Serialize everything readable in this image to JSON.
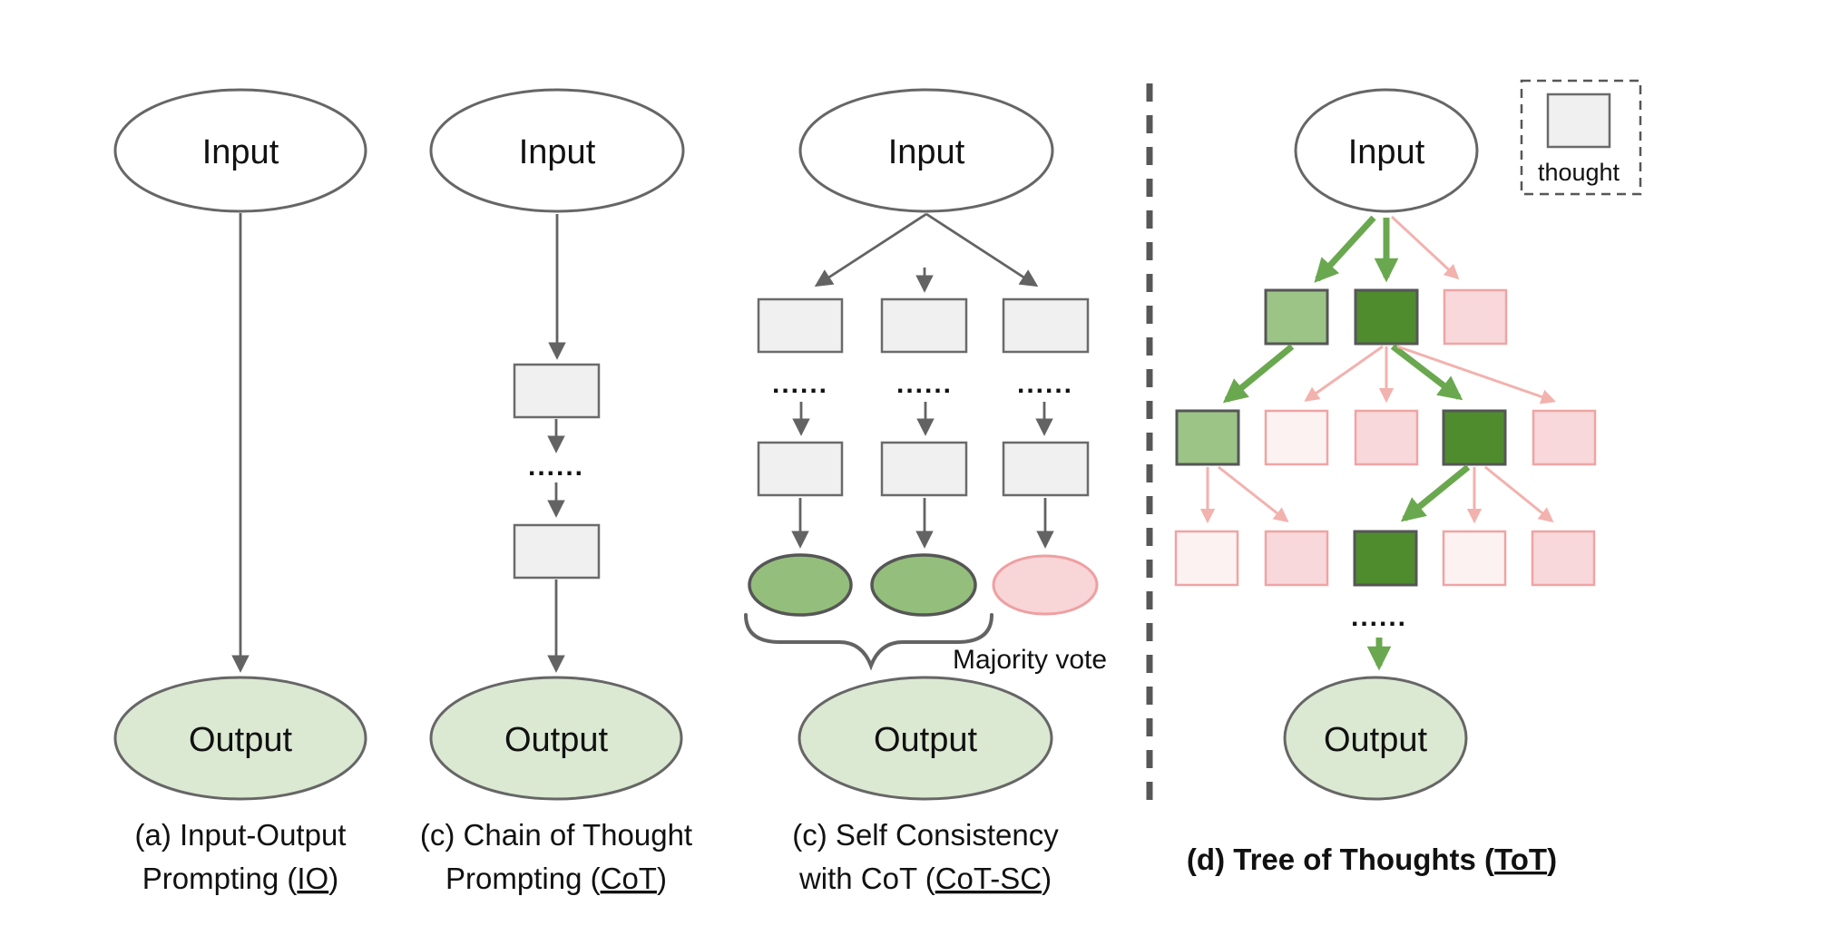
{
  "labels": {
    "input": "Input",
    "output": "Output",
    "dots": "......",
    "majority_vote": "Majority vote",
    "thought": "thought"
  },
  "captions": {
    "io": {
      "line1": "(a) Input-Output",
      "line2_prefix": "Prompting (",
      "line2_underlined": "IO",
      "line2_suffix": ")"
    },
    "cot": {
      "line1": "(c) Chain of Thought",
      "line2_prefix": "Prompting (",
      "line2_underlined": "CoT",
      "line2_suffix": ")"
    },
    "cot_sc": {
      "line1": "(c) Self Consistency",
      "line2_prefix": "with CoT (",
      "line2_underlined": "CoT-SC",
      "line2_suffix": ")"
    },
    "tot": {
      "prefix": "(d) Tree of Thoughts (",
      "underlined": "ToT",
      "suffix": ")"
    }
  },
  "tot": {
    "rows": [
      [
        "green-mid",
        "green-dark",
        "pink-soft"
      ],
      [
        "green-mid",
        "pink-faint",
        "pink-soft",
        "green-dark",
        "pink-soft"
      ],
      [
        "pink-faint",
        "pink-soft",
        "green-dark",
        "pink-faint",
        "pink-soft"
      ]
    ]
  },
  "colors": {
    "text": "#111111",
    "node-border": "#666666",
    "line-gray": "#636363",
    "gray-fill": "#f0f0f0",
    "gray-box-border": "#6a6a6a",
    "output-fill": "#dbe8d2",
    "green-dark": "#4e8c2e",
    "green-mid": "#9cc487",
    "green-box-border": "#565656",
    "green-arrow": "#6aa84f",
    "green-ellipse": "#94be7c",
    "pink-soft": "#f8d8da",
    "pink-faint": "#fdf2f2",
    "pink-border": "#efa4a4",
    "pink-arrow": "#f2b2ae",
    "pink-ellipse-fill": "#f8d5d7",
    "pink-ellipse-border": "#ef9fa1",
    "divider": "#575757"
  }
}
